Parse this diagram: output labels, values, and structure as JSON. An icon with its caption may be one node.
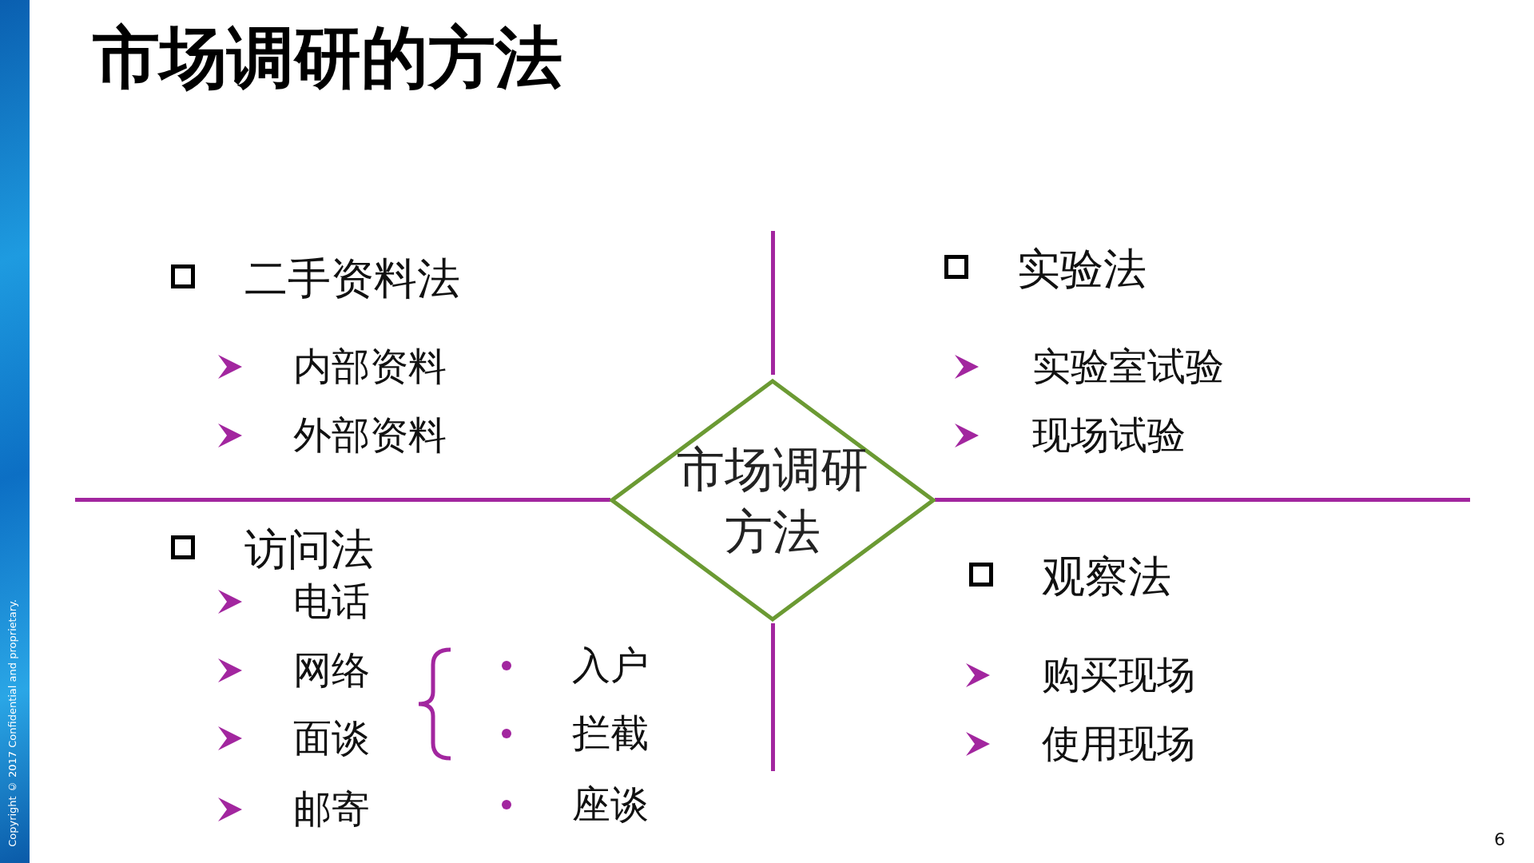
{
  "diagram": {
    "title": "市场调研的方法",
    "nodes": [
      {
        "text": [
          "市场调研方法"
        ]
      }
    ],
    "edges": [],
    "labels": [
      "二手资料法",
      "内部资料",
      "外部资料",
      "实验法",
      "实验室试验",
      "现场试验",
      "访问法",
      "电话",
      "网络",
      "面谈",
      "邮寄",
      "入户",
      "拦截",
      "座谈",
      "观察法",
      "购买现场",
      "使用现场",
      "Copyright © 2017 Confidential and proprietary.",
      "6"
    ]
  }
}
